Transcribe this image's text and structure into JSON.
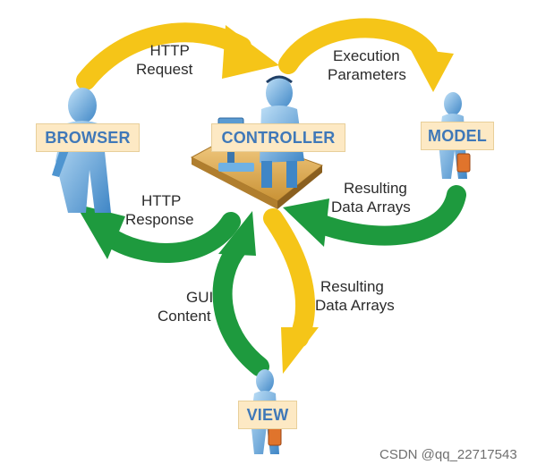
{
  "nodes": {
    "browser": "BROWSER",
    "controller": "CONTROLLER",
    "model": "MODEL",
    "view": "VIEW"
  },
  "edges": {
    "http_request": [
      "HTTP",
      "Request"
    ],
    "execution_parameters": [
      "Execution",
      "Parameters"
    ],
    "resulting_data_arrays_model": [
      "Resulting",
      "Data Arrays"
    ],
    "http_response": [
      "HTTP",
      "Response"
    ],
    "resulting_data_arrays_view": [
      "Resulting",
      "Data Arrays"
    ],
    "gui_content": [
      "GUI",
      "Content"
    ]
  },
  "colors": {
    "request_arrows": "#f5c518",
    "response_arrows": "#1e9a3e",
    "label_box": "#fde9c4",
    "label_text": "#3f78b8",
    "person": "#5aa3dc"
  },
  "watermark": "CSDN @qq_22717543"
}
